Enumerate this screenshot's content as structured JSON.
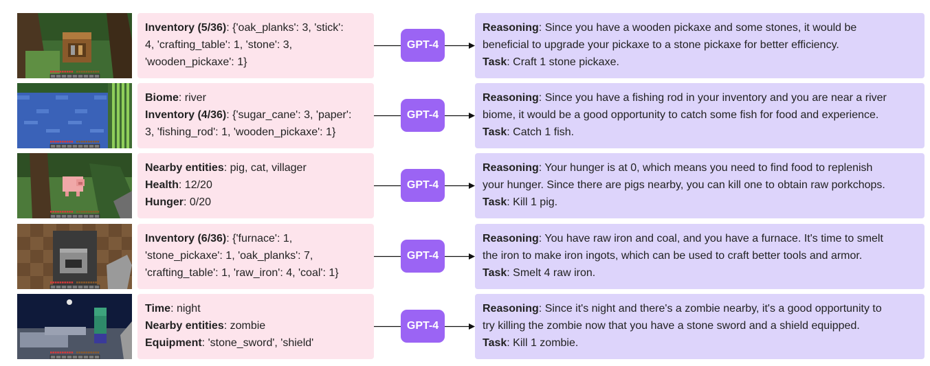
{
  "model_label": "GPT-4",
  "rows": [
    {
      "scene": "crafting-table",
      "obs": [
        [
          {
            "t": "Inventory (5/36)",
            "b": true
          },
          {
            "t": ": {'oak_planks': 3, 'stick':",
            "b": false
          }
        ],
        [
          {
            "t": "4, 'crafting_table': 1, 'stone': 3,",
            "b": false
          }
        ],
        [
          {
            "t": "'wooden_pickaxe': 1}",
            "b": false
          }
        ]
      ],
      "out": [
        [
          {
            "t": "Reasoning",
            "b": true
          },
          {
            "t": ": Since you have a wooden pickaxe and some stones, it would be",
            "b": false
          }
        ],
        [
          {
            "t": "beneficial to upgrade your pickaxe to a stone pickaxe for better efficiency.",
            "b": false
          }
        ],
        [
          {
            "t": "Task",
            "b": true
          },
          {
            "t": ": Craft 1 stone pickaxe.",
            "b": false
          }
        ]
      ]
    },
    {
      "scene": "river",
      "obs": [
        [
          {
            "t": "Biome",
            "b": true
          },
          {
            "t": ": river",
            "b": false
          }
        ],
        [
          {
            "t": "Inventory (4/36)",
            "b": true
          },
          {
            "t": ": {'sugar_cane': 3, 'paper':",
            "b": false
          }
        ],
        [
          {
            "t": "3, 'fishing_rod': 1, 'wooden_pickaxe': 1}",
            "b": false
          }
        ]
      ],
      "out": [
        [
          {
            "t": "Reasoning",
            "b": true
          },
          {
            "t": ": Since you have a fishing rod in your inventory and you are near a river",
            "b": false
          }
        ],
        [
          {
            "t": "biome, it would be a good opportunity to catch some fish for food and experience.",
            "b": false
          }
        ],
        [
          {
            "t": "Task",
            "b": true
          },
          {
            "t": ": Catch 1 fish.",
            "b": false
          }
        ]
      ]
    },
    {
      "scene": "pig",
      "obs": [
        [
          {
            "t": "Nearby entities",
            "b": true
          },
          {
            "t": ": pig, cat, villager",
            "b": false
          }
        ],
        [
          {
            "t": "Health",
            "b": true
          },
          {
            "t": ": 12/20",
            "b": false
          }
        ],
        [
          {
            "t": "Hunger",
            "b": true
          },
          {
            "t": ": 0/20",
            "b": false
          }
        ]
      ],
      "out": [
        [
          {
            "t": "Reasoning",
            "b": true
          },
          {
            "t": ": Your hunger is at 0, which means you need to find food to replenish",
            "b": false
          }
        ],
        [
          {
            "t": "your hunger. Since there are pigs nearby, you can kill one to obtain raw porkchops.",
            "b": false
          }
        ],
        [
          {
            "t": "Task",
            "b": true
          },
          {
            "t": ": Kill 1 pig.",
            "b": false
          }
        ]
      ]
    },
    {
      "scene": "furnace",
      "obs": [
        [
          {
            "t": "Inventory (6/36)",
            "b": true
          },
          {
            "t": ": {'furnace': 1,",
            "b": false
          }
        ],
        [
          {
            "t": "'stone_pickaxe': 1, 'oak_planks': 7,",
            "b": false
          }
        ],
        [
          {
            "t": "'crafting_table': 1, 'raw_iron': 4, 'coal': 1}",
            "b": false
          }
        ]
      ],
      "out": [
        [
          {
            "t": "Reasoning",
            "b": true
          },
          {
            "t": ": You have raw iron and coal, and you have a furnace. It's time to smelt",
            "b": false
          }
        ],
        [
          {
            "t": "the iron to make iron ingots, which can be used to craft better tools and armor.",
            "b": false
          }
        ],
        [
          {
            "t": "Task",
            "b": true
          },
          {
            "t": ": Smelt 4 raw iron.",
            "b": false
          }
        ]
      ]
    },
    {
      "scene": "night-zombie",
      "obs": [
        [
          {
            "t": "Time",
            "b": true
          },
          {
            "t": ": night",
            "b": false
          }
        ],
        [
          {
            "t": "Nearby entities",
            "b": true
          },
          {
            "t": ": zombie",
            "b": false
          }
        ],
        [
          {
            "t": "Equipment",
            "b": true
          },
          {
            "t": ": 'stone_sword', 'shield'",
            "b": false
          }
        ]
      ],
      "out": [
        [
          {
            "t": "Reasoning",
            "b": true
          },
          {
            "t": ": Since it's night and there's a zombie nearby, it's a good opportunity to",
            "b": false
          }
        ],
        [
          {
            "t": "try killing the zombie now that you have a stone sword and a shield equipped.",
            "b": false
          }
        ],
        [
          {
            "t": "Task",
            "b": true
          },
          {
            "t": ": Kill 1 zombie.",
            "b": false
          }
        ]
      ]
    }
  ],
  "colors": {
    "obs_bg": "#fde4ec",
    "out_bg": "#ddd4fb",
    "gpt_bg": "#9b64f4"
  }
}
